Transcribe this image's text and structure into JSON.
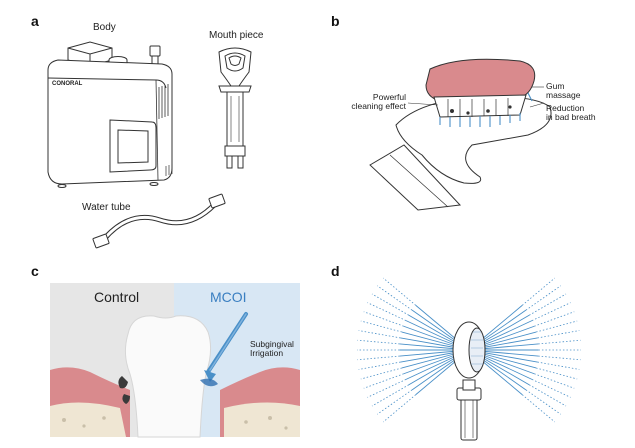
{
  "panels": {
    "a": {
      "letter": "a",
      "body_label": "Body",
      "mouthpiece_label": "Mouth piece",
      "water_tube_label": "Water tube",
      "brand_text": "CONORAL"
    },
    "b": {
      "letter": "b",
      "powerful_cleaning": [
        "Powerful",
        "cleaning effect"
      ],
      "gum_massage": [
        "Gum",
        "massage"
      ],
      "bad_breath": [
        "Reduction",
        "in bad breath"
      ]
    },
    "c": {
      "letter": "c",
      "control_label": "Control",
      "mcoi_label": "MCOI",
      "irrigation_label": [
        "Subgingival",
        "Irrigation"
      ]
    },
    "d": {
      "letter": "d"
    }
  },
  "colors": {
    "control_bg": "#e6e6e6",
    "mcoi_bg": "#d8e7f4",
    "mcoi_text": "#3a7fc1",
    "gum_pink": "#d98a8d",
    "spray_blue": "#4a90c8",
    "bone": "#efe6d3"
  }
}
